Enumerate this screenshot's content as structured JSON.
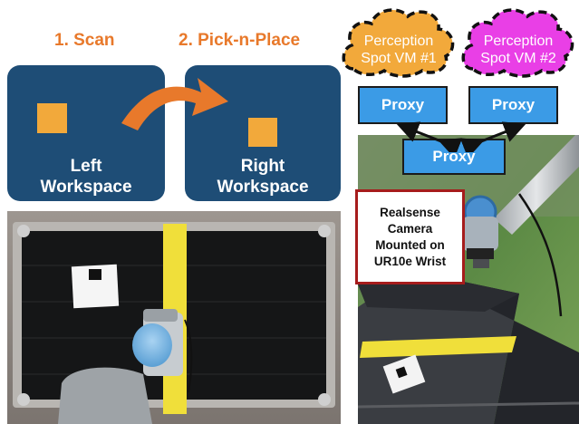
{
  "steps": {
    "scan": "1. Scan",
    "pick_place": "2. Pick-n-Place"
  },
  "workspaces": {
    "left": {
      "line1": "Left",
      "line2": "Workspace"
    },
    "right": {
      "line1": "Right",
      "line2": "Workspace"
    }
  },
  "vms": {
    "vm1": {
      "line1": "Perception",
      "line2": "Spot VM #1",
      "color": "#f2a93b"
    },
    "vm2": {
      "line1": "Perception",
      "line2": "Spot VM #2",
      "color": "#e93fe6"
    }
  },
  "proxies": {
    "left": "Proxy",
    "right": "Proxy",
    "center": "Proxy"
  },
  "callout": {
    "line1": "Realsense",
    "line2": "Camera",
    "line3": "Mounted on",
    "line4": "UR10e Wrist"
  },
  "colors": {
    "accent_orange": "#e8792b",
    "workspace_blue": "#1e4d76",
    "square_orange": "#f2a93b",
    "proxy_blue": "#3b9be6",
    "callout_red": "#a61c1c",
    "tape_yellow": "#f0df3a"
  },
  "icons": {
    "transfer_arrow": "curved-arrow-icon"
  }
}
